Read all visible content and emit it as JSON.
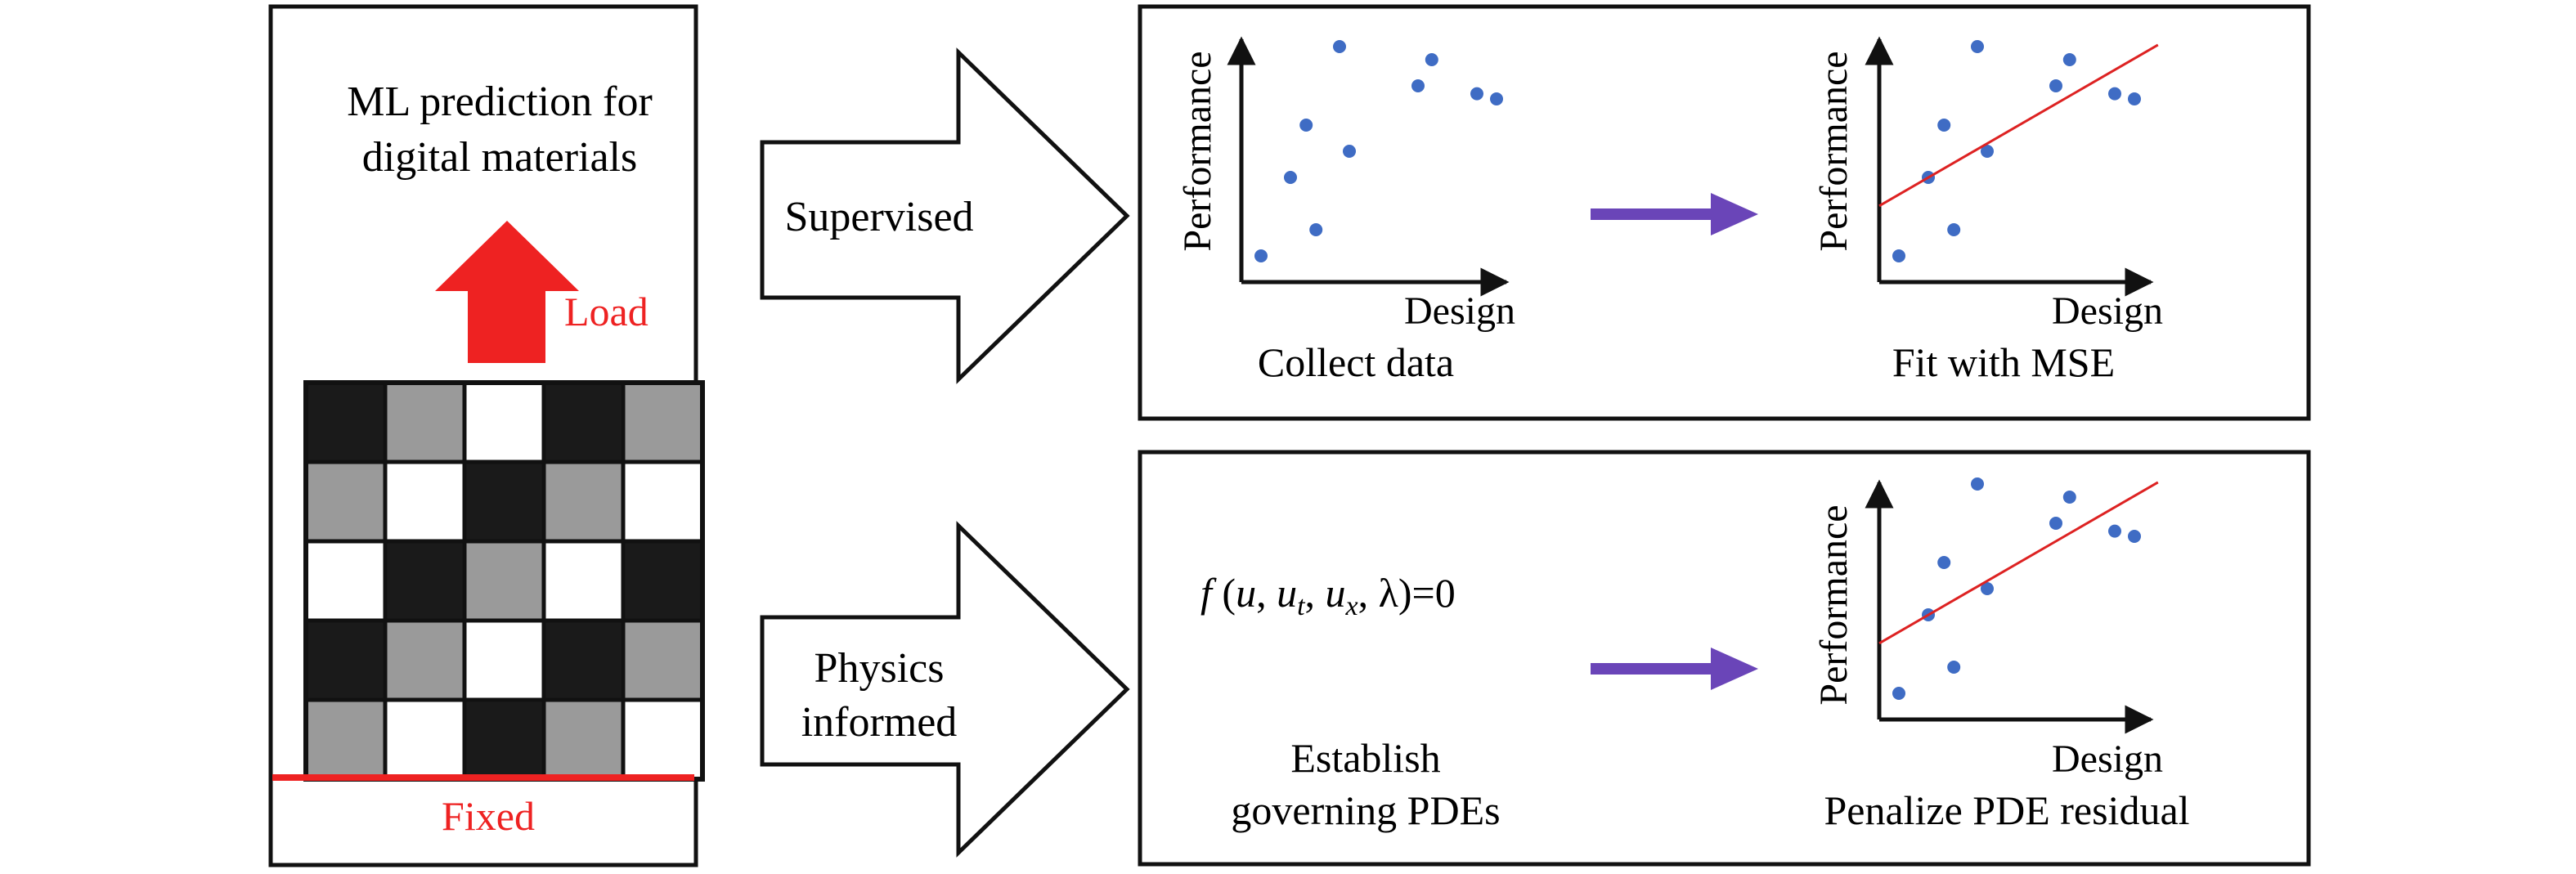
{
  "left_panel": {
    "title_line1": "ML prediction for",
    "title_line2": "digital materials",
    "load_label": "Load",
    "fixed_label": "Fixed",
    "grid": [
      [
        "black",
        "gray",
        "white",
        "black",
        "gray"
      ],
      [
        "gray",
        "white",
        "black",
        "gray",
        "white"
      ],
      [
        "white",
        "black",
        "gray",
        "white",
        "black"
      ],
      [
        "black",
        "gray",
        "white",
        "black",
        "gray"
      ],
      [
        "gray",
        "white",
        "black",
        "gray",
        "white"
      ]
    ]
  },
  "arrows": {
    "supervised_label": "Supervised",
    "physics_line1": "Physics",
    "physics_line2": "informed"
  },
  "supervised_panel": {
    "plot1": {
      "ylabel": "Performance",
      "xlabel": "Design",
      "caption": "Collect data"
    },
    "plot2": {
      "ylabel": "Performance",
      "xlabel": "Design",
      "caption": "Fit with MSE"
    }
  },
  "physics_panel": {
    "equation": {
      "f": "f",
      "open": " (",
      "u": "u",
      "sep1": ", ",
      "u_t": "u",
      "t": "t",
      "sep2": ", ",
      "u_x": "u",
      "x": "x",
      "tail": ", λ)=0"
    },
    "caption_line1": "Establish",
    "caption_line2": "governing PDEs",
    "plot3": {
      "ylabel": "Performance",
      "xlabel": "Design",
      "caption": "Penalize PDE residual"
    }
  },
  "colors": {
    "load": "#ee2222",
    "fixed": "#ee2222",
    "flow_arrow": "#6a45b8",
    "dot": "#3f6cc4",
    "fit_line": "#dd2222",
    "cell_black": "#1a1a1a",
    "cell_gray": "#9a9a9a",
    "cell_white": "#ffffff"
  },
  "chart_data": [
    {
      "type": "scatter",
      "xlabel": "Design",
      "ylabel": "Performance",
      "x": [
        0.1,
        0.33,
        0.25,
        0.5,
        0.55,
        0.38,
        0.9,
        0.97,
        1.2,
        1.3
      ],
      "y": [
        0.1,
        0.6,
        0.4,
        0.9,
        0.5,
        0.2,
        0.75,
        0.85,
        0.72,
        0.7
      ]
    },
    {
      "type": "scatter",
      "xlabel": "Design",
      "ylabel": "Performance",
      "x": [
        0.1,
        0.33,
        0.25,
        0.5,
        0.55,
        0.38,
        0.9,
        0.97,
        1.2,
        1.3
      ],
      "y": [
        0.1,
        0.6,
        0.4,
        0.9,
        0.5,
        0.2,
        0.75,
        0.85,
        0.72,
        0.7
      ],
      "fit_line": true
    },
    {
      "type": "scatter",
      "xlabel": "Design",
      "ylabel": "Performance",
      "x": [
        0.1,
        0.33,
        0.25,
        0.5,
        0.55,
        0.38,
        0.9,
        0.97,
        1.2,
        1.3
      ],
      "y": [
        0.1,
        0.6,
        0.4,
        0.9,
        0.5,
        0.2,
        0.75,
        0.85,
        0.72,
        0.7
      ],
      "fit_line": true
    }
  ]
}
